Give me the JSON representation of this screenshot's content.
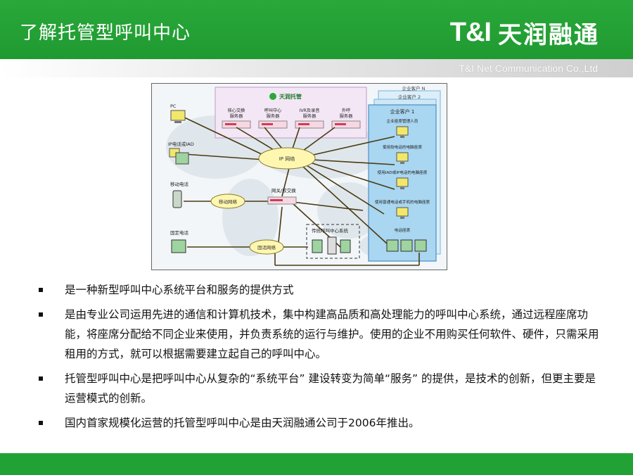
{
  "header": {
    "title": "了解托管型呼叫中心",
    "brand_mark": "T&I",
    "brand_cn": "天润融通",
    "company_en": "T&I Net Communication Co.,Ltd"
  },
  "diagram": {
    "platform_logo": "天润托管",
    "servers": [
      "核心交换服务器",
      "呼叫中心服务器",
      "IVR及录音服务器",
      "外呼服务器"
    ],
    "left_devices": [
      "PC",
      "IP电话或IAD",
      "移动电话",
      "固定电话"
    ],
    "clouds": {
      "ip": "IP 网络",
      "mobile": "移动网络",
      "fixed": "固话网络"
    },
    "gateway": "网关/软交换",
    "traditional": "传统呼叫中心系统",
    "enterprise_n": "企业客户 N",
    "enterprise_2": "企业客户 2",
    "enterprise_1": "企业客户 1",
    "seats": [
      "企业座席管理人员",
      "使用软电话的电脑座席",
      "使用IAD或IP电话的电脑座席",
      "使用普通电话或手机的电脑座席",
      "电话座席"
    ]
  },
  "bullets": [
    "是一种新型呼叫中心系统平台和服务的提供方式",
    "是由专业公司运用先进的通信和计算机技术，集中构建高品质和高处理能力的呼叫中心系统，通过远程座席功能，将座席分配给不同企业来使用，并负责系统的运行与维护。使用的企业不用购买任何软件、硬件，只需采用租用的方式，就可以根据需要建立起自己的呼叫中心。",
    "托管型呼叫中心是把呼叫中心从复杂的“系统平台” 建设转变为简单“服务” 的提供，是技术的创新，但更主要是运营模式的创新。",
    "国内首家规模化运营的托管型呼叫中心是由天润融通公司于2006年推出。"
  ],
  "colors": {
    "green": "#22a235",
    "line": "#4a3a12",
    "enterprise_blue": "#7fc3ea",
    "platform_pink": "#f3e6f5"
  }
}
